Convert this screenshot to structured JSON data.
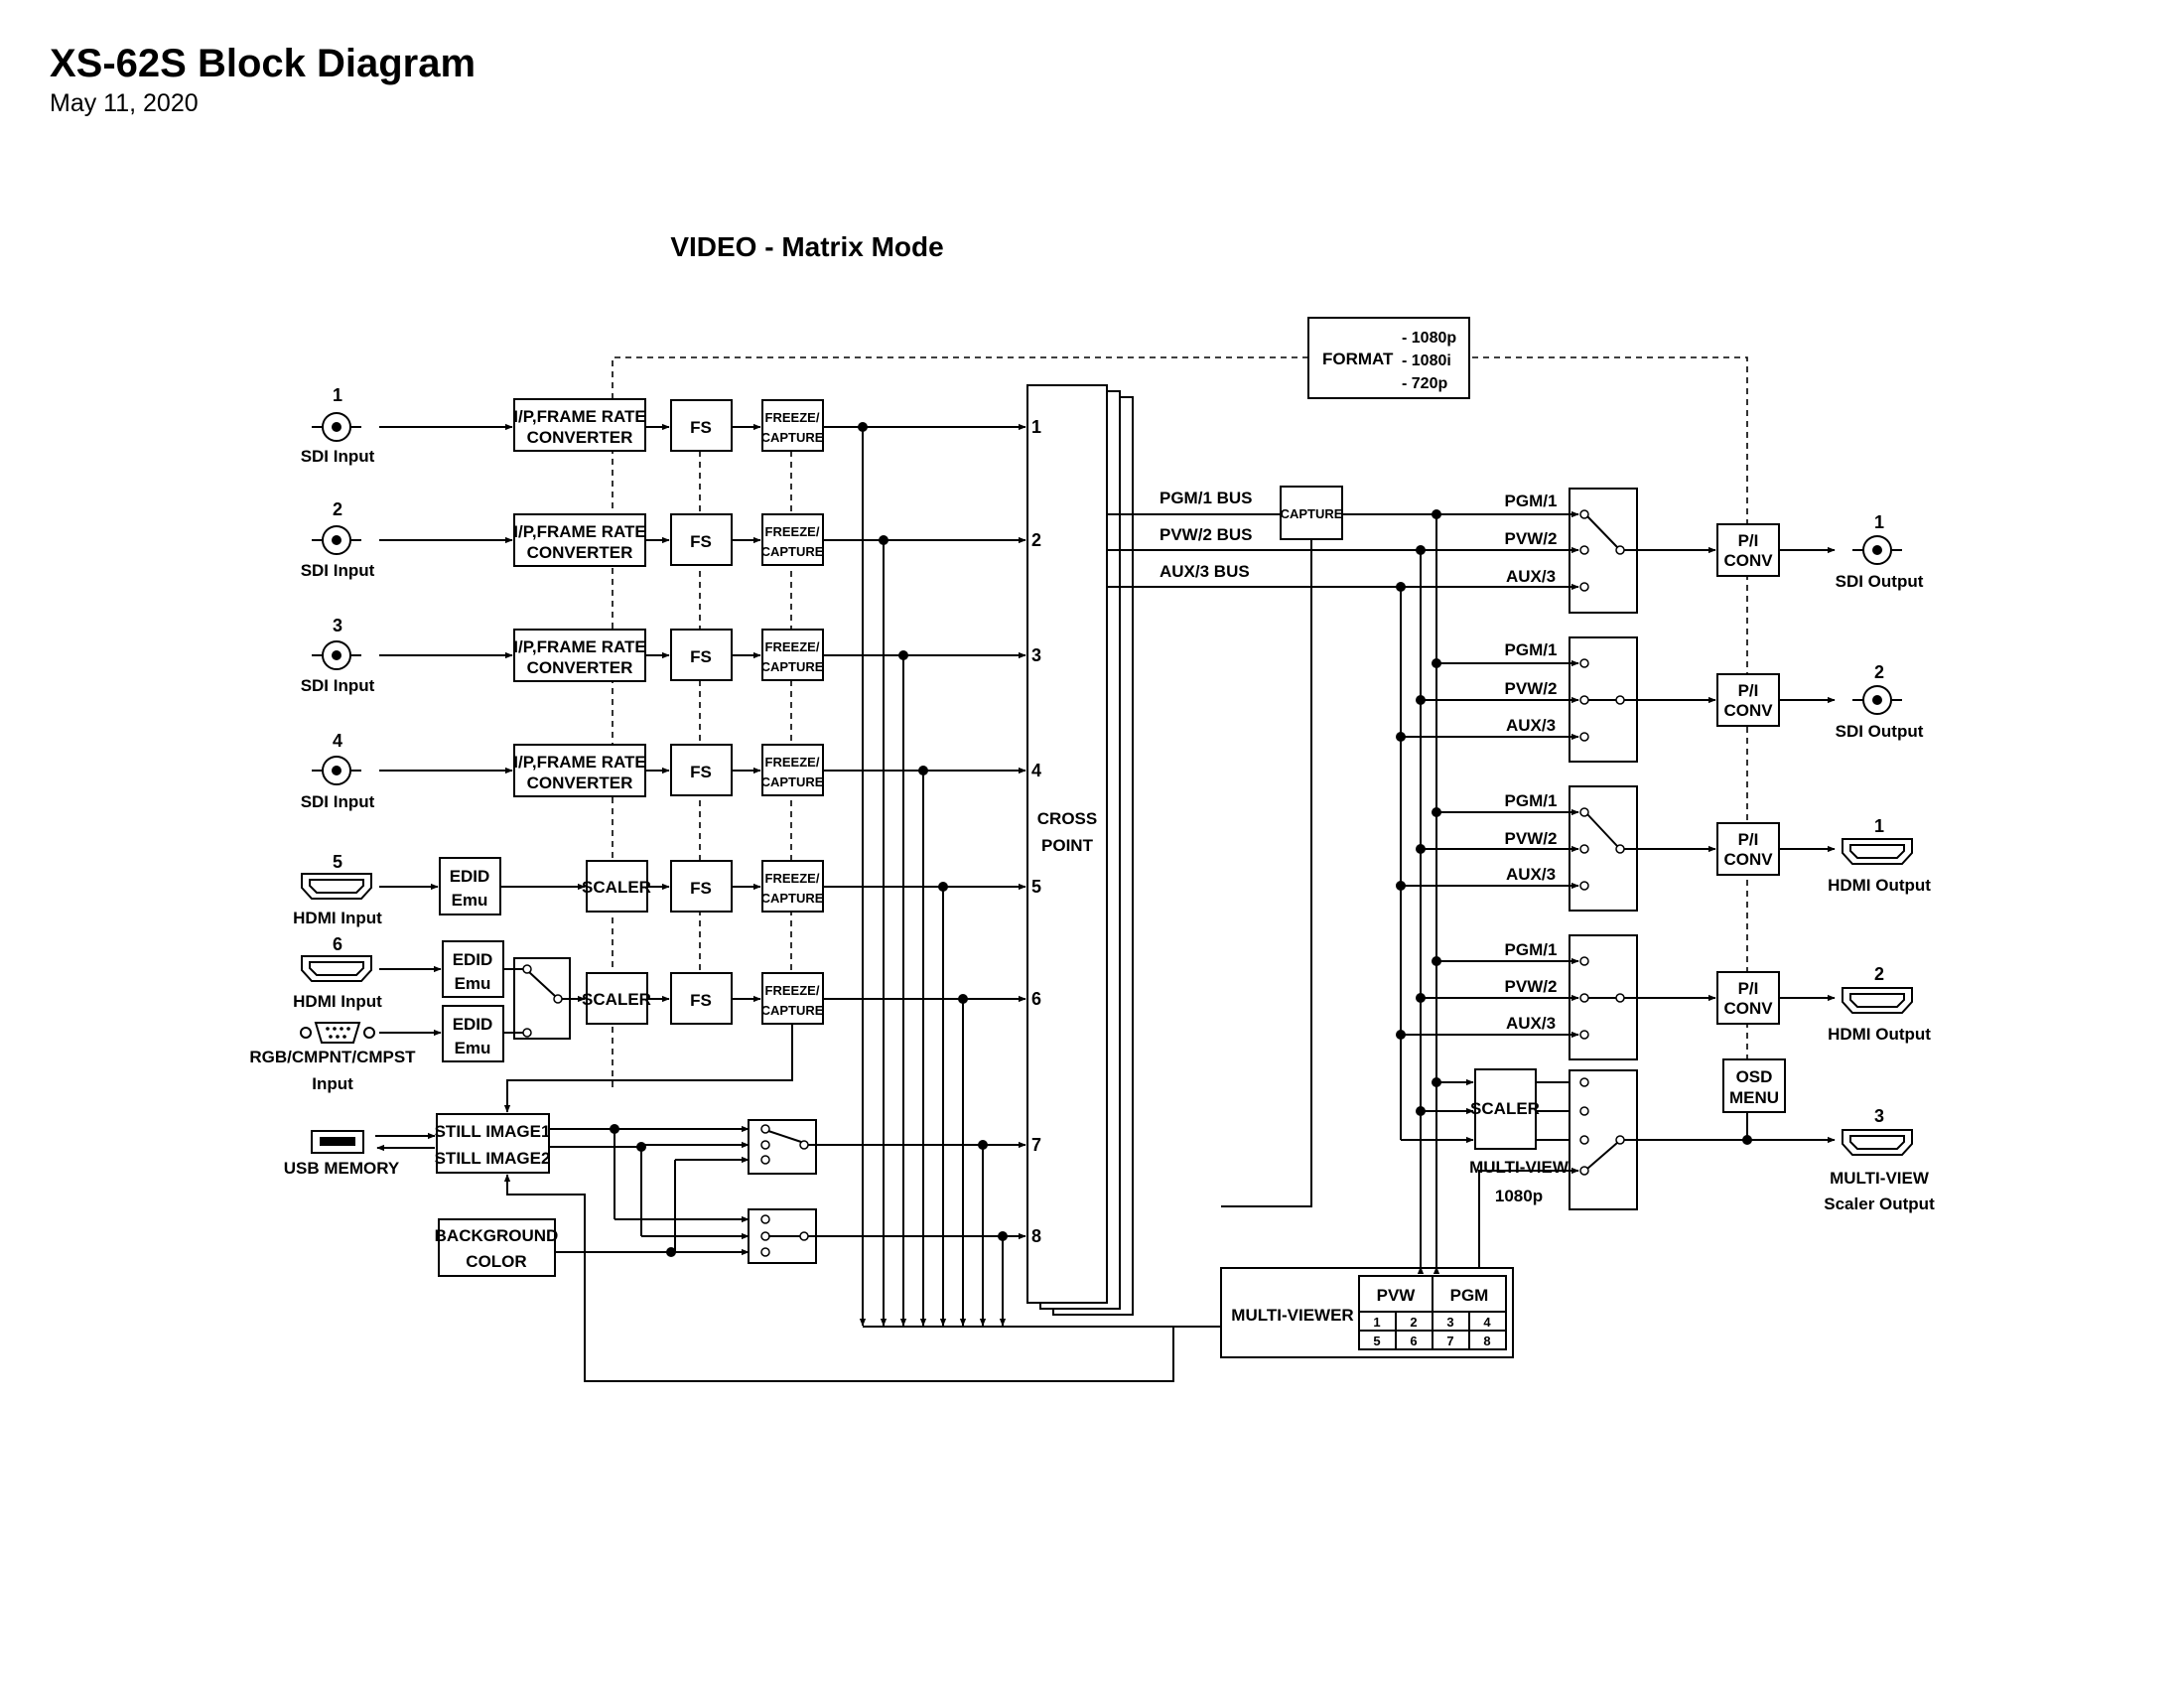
{
  "header": {
    "title": "XS-62S Block Diagram",
    "date": "May 11, 2020"
  },
  "subtitle": "VIDEO - Matrix Mode",
  "inputs": [
    {
      "num": "1",
      "label": "SDI  Input",
      "icon": "bnc-connector-icon"
    },
    {
      "num": "2",
      "label": "SDI Input",
      "icon": "bnc-connector-icon"
    },
    {
      "num": "3",
      "label": "SDI Input",
      "icon": "bnc-connector-icon"
    },
    {
      "num": "4",
      "label": "SDI Input",
      "icon": "bnc-connector-icon"
    },
    {
      "num": "5",
      "label": "HDMI  Input",
      "icon": "hdmi-connector-icon"
    },
    {
      "num": "6",
      "label": "HDMI  Input",
      "icon": "hdmi-connector-icon"
    }
  ],
  "rgb_input": {
    "label1": "RGB/CMPNT/CMPST",
    "label2": "Input",
    "icon": "vga-connector-icon"
  },
  "usb": {
    "label": "USB MEMORY",
    "icon": "usb-connector-icon"
  },
  "blocks": {
    "ipfr_line1": "I/P,FRAME RATE",
    "ipfr_line2": "CONVERTER",
    "fs": "FS",
    "freeze_line1": "FREEZE/",
    "freeze_line2": "CAPTURE",
    "edid_line1": "EDID",
    "edid_line2": "Emu",
    "scaler": "SCALER",
    "still1": "STILL IMAGE1",
    "still2": "STILL IMAGE2",
    "bg_line1": "BACKGROUND",
    "bg_line2": "COLOR",
    "cross_line1": "CROSS",
    "cross_line2": "POINT",
    "capture": "CAPTURE",
    "format_label": "FORMAT",
    "format_options": [
      "- 1080p",
      "- 1080i",
      "- 720p"
    ],
    "pi_line1": "P/I",
    "pi_line2": "CONV",
    "osd_line1": "OSD",
    "osd_line2": "MENU",
    "multiviewer": "MULTI-VIEWER",
    "mv_pvw": "PVW",
    "mv_pgm": "PGM",
    "mv_cells": [
      "1",
      "2",
      "3",
      "4",
      "5",
      "6",
      "7",
      "8"
    ],
    "mv_label": "MULTI-VIEW",
    "mv_res": "1080p"
  },
  "crosspoint_inputs": [
    "1",
    "2",
    "3",
    "4",
    "5",
    "6",
    "7",
    "8"
  ],
  "buses": [
    "PGM/1 BUS",
    "PVW/2 BUS",
    "AUX/3 BUS"
  ],
  "switch_labels": [
    "PGM/1",
    "PVW/2",
    "AUX/3"
  ],
  "outputs": [
    {
      "num": "1",
      "label": "SDI Output",
      "icon": "bnc-connector-icon"
    },
    {
      "num": "2",
      "label": "SDI Output",
      "icon": "bnc-connector-icon"
    },
    {
      "num": "1",
      "label": "HDMI Output",
      "icon": "hdmi-connector-icon"
    },
    {
      "num": "2",
      "label": "HDMI Output",
      "icon": "hdmi-connector-icon"
    },
    {
      "num": "3",
      "label1": "MULTI-VIEW",
      "label2": "Scaler Output",
      "icon": "hdmi-connector-icon"
    }
  ]
}
